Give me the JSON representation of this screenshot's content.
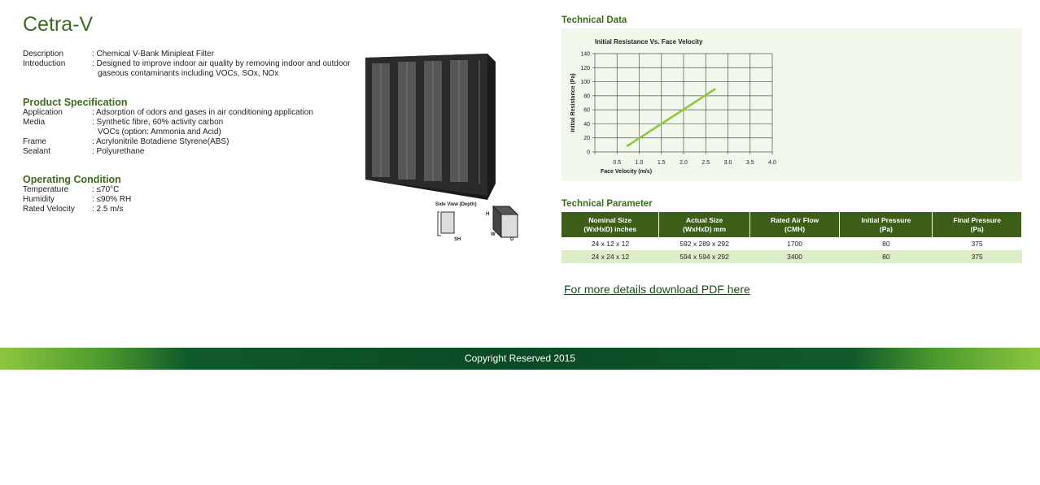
{
  "title": "Cetra-V",
  "intro": [
    {
      "k": "Description",
      "v": ": Chemical V-Bank Minipleat Filter"
    },
    {
      "k": "Introduction",
      "v": ": Designed to improve indoor air quality by removing indoor and outdoor",
      "v2": "gaseous contaminants including VOCs, SOx, NOx"
    }
  ],
  "spec": {
    "heading": "Product Specification",
    "rows": [
      {
        "k": "Application",
        "v": ": Adsorption of odors and gases in air conditioning application"
      },
      {
        "k": "Media",
        "v": ": Synthetic fibre, 60% activity carbon",
        "v2": "VOCs (option: Ammonia and Acid)"
      },
      {
        "k": "Frame",
        "v": ": Acrylonitrile Botadiene Styrene(ABS)"
      },
      {
        "k": "Sealant",
        "v": ": Polyurethane"
      }
    ]
  },
  "operating": {
    "heading": "Operating Condition",
    "rows": [
      {
        "k": "Temperature",
        "v": ": ≤70°C"
      },
      {
        "k": "Humidity",
        "v": ": ≤90% RH"
      },
      {
        "k": "Rated Velocity",
        "v": ": 2.5 m/s"
      }
    ]
  },
  "side_view": {
    "label": "Side View (Depth)",
    "sh": "SH",
    "h": "H",
    "w": "W",
    "d": "D"
  },
  "technical_data_heading": "Technical Data",
  "chart_data": {
    "type": "line",
    "title": "Initial Resistance Vs. Face Velocity",
    "xlabel": "Face Velocity (m/s)",
    "ylabel": "Initial Resistance (Pa)",
    "xlim": [
      0,
      4.0
    ],
    "ylim": [
      0,
      140
    ],
    "xticks": [
      "0.5",
      "1.0",
      "1.5",
      "2.0",
      "2.5",
      "3.0",
      "3.5",
      "4.0"
    ],
    "yticks": [
      "0",
      "20",
      "40",
      "60",
      "80",
      "100",
      "120",
      "140"
    ],
    "grid": true,
    "series": [
      {
        "name": "Initial Resistance",
        "x": [
          0.72,
          2.72
        ],
        "y": [
          8,
          90
        ],
        "color": "#8cc63f"
      }
    ]
  },
  "technical_parameter": {
    "heading": "Technical Parameter",
    "headers": [
      [
        "Nominal Size",
        "(WxHxD) inches"
      ],
      [
        "Actual Size",
        "(WxHxD) mm"
      ],
      [
        "Rated Air Flow",
        "(CMH)"
      ],
      [
        "Initial Pressure",
        "(Pa)"
      ],
      [
        "Final Pressure",
        "(Pa)"
      ]
    ],
    "rows": [
      [
        "24 x 12 x 12",
        "592 x 289 x 292",
        "1700",
        "80",
        "375"
      ],
      [
        "24 x 24 x 12",
        "594 x 594 x 292",
        "3400",
        "80",
        "375"
      ]
    ]
  },
  "download_link": "For more details download PDF here",
  "footer": "Copyright Reserved 2015"
}
